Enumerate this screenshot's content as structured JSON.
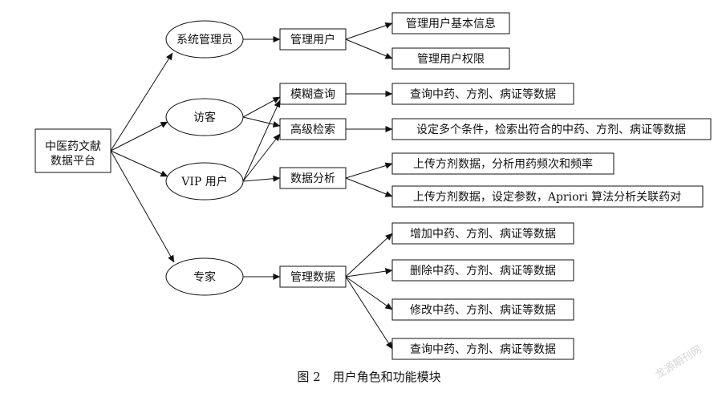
{
  "platform": {
    "line1": "中医药文献",
    "line2": "数据平台"
  },
  "roles": [
    {
      "id": "admin",
      "label": "系统管理员"
    },
    {
      "id": "visitor",
      "label": "访客"
    },
    {
      "id": "vip",
      "label": "VIP 用户"
    },
    {
      "id": "expert",
      "label": "专家"
    }
  ],
  "modules": [
    {
      "id": "manage_users",
      "label": "管理用户"
    },
    {
      "id": "fuzzy_query",
      "label": "模糊查询"
    },
    {
      "id": "advanced_search",
      "label": "高级检索"
    },
    {
      "id": "data_analysis",
      "label": "数据分析"
    },
    {
      "id": "manage_data",
      "label": "管理数据"
    }
  ],
  "functions": [
    {
      "id": "f1",
      "label": "管理用户基本信息"
    },
    {
      "id": "f2",
      "label": "管理用户权限"
    },
    {
      "id": "f3",
      "label": "查询中药、方剂、病证等数据"
    },
    {
      "id": "f4",
      "label": "设定多个条件，检索出符合的中药、方剂、病证等数据"
    },
    {
      "id": "f5",
      "label": "上传方剂数据，分析用药频次和频率"
    },
    {
      "id": "f6",
      "label": "上传方剂数据，设定参数，Apriori 算法分析关联药对"
    },
    {
      "id": "f7",
      "label": "增加中药、方剂、病证等数据"
    },
    {
      "id": "f8",
      "label": "删除中药、方剂、病证等数据"
    },
    {
      "id": "f9",
      "label": "修改中药、方剂、病证等数据"
    },
    {
      "id": "f10",
      "label": "查询中药、方剂、病证等数据"
    }
  ],
  "edges": [
    [
      "platform",
      "admin"
    ],
    [
      "platform",
      "visitor"
    ],
    [
      "platform",
      "vip"
    ],
    [
      "platform",
      "expert"
    ],
    [
      "admin",
      "manage_users"
    ],
    [
      "visitor",
      "fuzzy_query"
    ],
    [
      "visitor",
      "advanced_search"
    ],
    [
      "vip",
      "fuzzy_query"
    ],
    [
      "vip",
      "advanced_search"
    ],
    [
      "vip",
      "data_analysis"
    ],
    [
      "expert",
      "manage_data"
    ],
    [
      "manage_users",
      "f1"
    ],
    [
      "manage_users",
      "f2"
    ],
    [
      "fuzzy_query",
      "f3"
    ],
    [
      "advanced_search",
      "f4"
    ],
    [
      "data_analysis",
      "f5"
    ],
    [
      "data_analysis",
      "f6"
    ],
    [
      "manage_data",
      "f7"
    ],
    [
      "manage_data",
      "f8"
    ],
    [
      "manage_data",
      "f9"
    ],
    [
      "manage_data",
      "f10"
    ]
  ],
  "caption": "图 2　用户角色和功能模块",
  "watermark": "龙源期刊网"
}
